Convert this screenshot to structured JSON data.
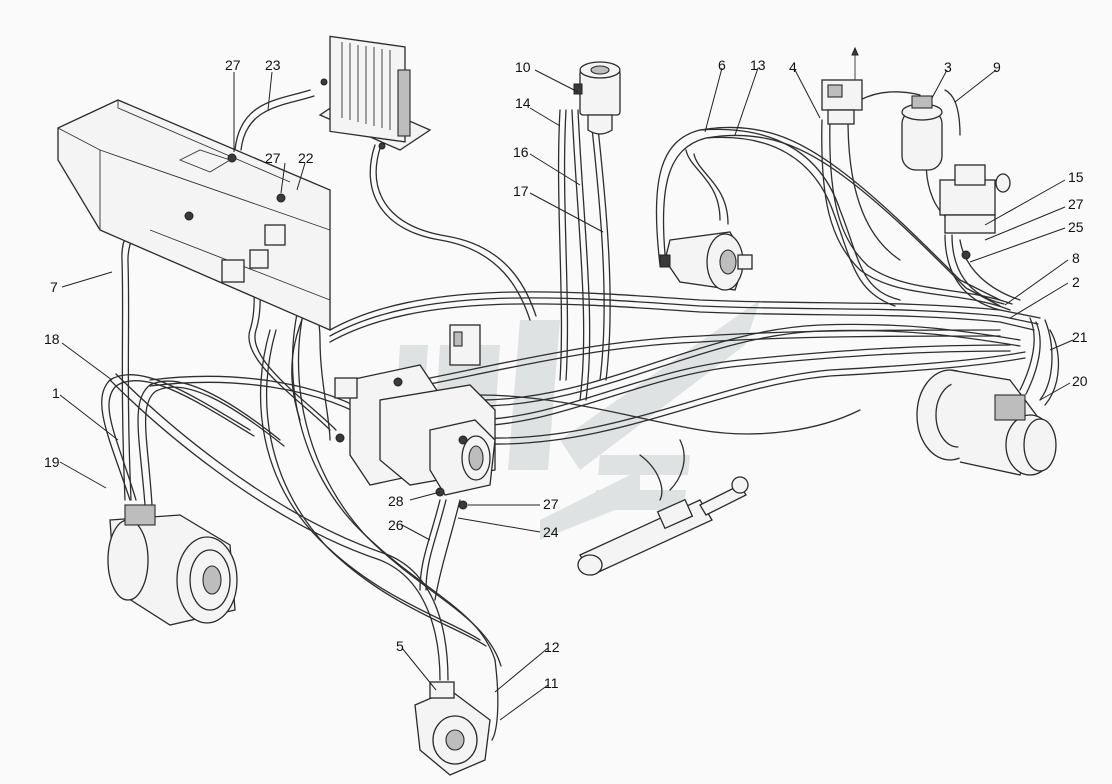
{
  "callouts": [
    {
      "id": "c27a",
      "text": "27"
    },
    {
      "id": "c23",
      "text": "23"
    },
    {
      "id": "c10",
      "text": "10"
    },
    {
      "id": "c14",
      "text": "14"
    },
    {
      "id": "c16",
      "text": "16"
    },
    {
      "id": "c17",
      "text": "17"
    },
    {
      "id": "c6",
      "text": "6"
    },
    {
      "id": "c13",
      "text": "13"
    },
    {
      "id": "c4",
      "text": "4"
    },
    {
      "id": "c3",
      "text": "3"
    },
    {
      "id": "c9",
      "text": "9"
    },
    {
      "id": "c27b",
      "text": "27"
    },
    {
      "id": "c22",
      "text": "22"
    },
    {
      "id": "c15",
      "text": "15"
    },
    {
      "id": "c27c",
      "text": "27"
    },
    {
      "id": "c25",
      "text": "25"
    },
    {
      "id": "c8",
      "text": "8"
    },
    {
      "id": "c2",
      "text": "2"
    },
    {
      "id": "c7",
      "text": "7"
    },
    {
      "id": "c18",
      "text": "18"
    },
    {
      "id": "c1",
      "text": "1"
    },
    {
      "id": "c21",
      "text": "21"
    },
    {
      "id": "c20",
      "text": "20"
    },
    {
      "id": "c19",
      "text": "19"
    },
    {
      "id": "c28",
      "text": "28"
    },
    {
      "id": "c27d",
      "text": "27"
    },
    {
      "id": "c26",
      "text": "26"
    },
    {
      "id": "c24",
      "text": "24"
    },
    {
      "id": "c5",
      "text": "5"
    },
    {
      "id": "c12",
      "text": "12"
    },
    {
      "id": "c11",
      "text": "11"
    }
  ],
  "colors": {
    "hose": "#2e2e2e",
    "part_fill": "#f4f4f4",
    "watermark": "#c9cfcf"
  }
}
